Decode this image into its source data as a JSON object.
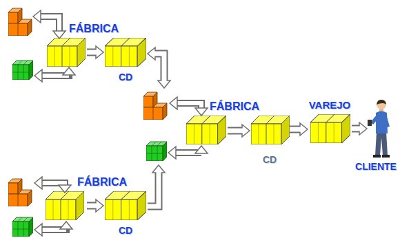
{
  "diagram": {
    "nodes": [
      {
        "text": [
          "FÁBRICA"
        ]
      },
      {
        "text": [
          "CD"
        ]
      },
      {
        "text": [
          "FÁBRICA"
        ]
      },
      {
        "text": [
          "CD"
        ]
      },
      {
        "text": [
          "VAREJO"
        ]
      },
      {
        "text": [
          "CLIENTE"
        ]
      },
      {
        "text": [
          "FÁBRICA"
        ]
      },
      {
        "text": [
          "CD"
        ]
      }
    ],
    "edges": [
      {
        "from": 0,
        "to": 1,
        "arrow": "to"
      },
      {
        "from": 1,
        "to": 2,
        "arrow": "both"
      },
      {
        "from": 6,
        "to": 7,
        "arrow": "to"
      },
      {
        "from": 7,
        "to": 2,
        "arrow": "to"
      },
      {
        "from": 2,
        "to": 3,
        "arrow": "to"
      },
      {
        "from": 3,
        "to": 4,
        "arrow": "to"
      },
      {
        "from": 4,
        "to": 5,
        "arrow": "to"
      }
    ]
  }
}
